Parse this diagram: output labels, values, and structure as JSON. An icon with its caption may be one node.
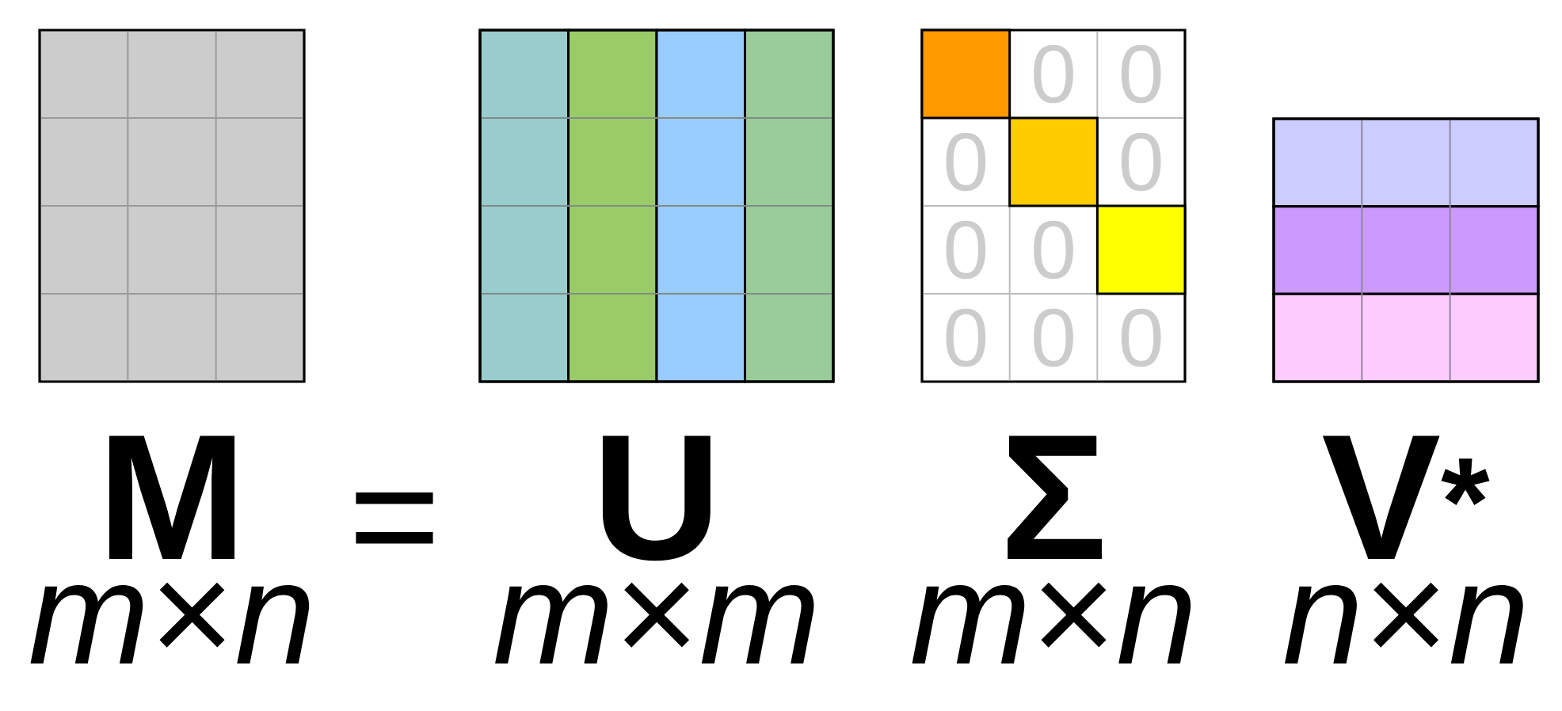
{
  "diagram": {
    "nodes": [
      {
        "text": [],
        "shape": "box",
        "beside": [
          "M",
          "*m*×*n*"
        ]
      },
      {
        "text": [],
        "shape": "box",
        "beside": [
          "U",
          "*m*×*m*"
        ]
      },
      {
        "text": [
          "0",
          "0",
          "0",
          "0",
          "0",
          "0",
          "0",
          "0",
          "0"
        ],
        "beside": [
          "Σ",
          "*m*×*n*"
        ]
      },
      {
        "text": [],
        "shape": "box",
        "beside": [
          "V$^{*}$",
          "*n*×*n*"
        ]
      }
    ],
    "labels": [
      "="
    ]
  }
}
